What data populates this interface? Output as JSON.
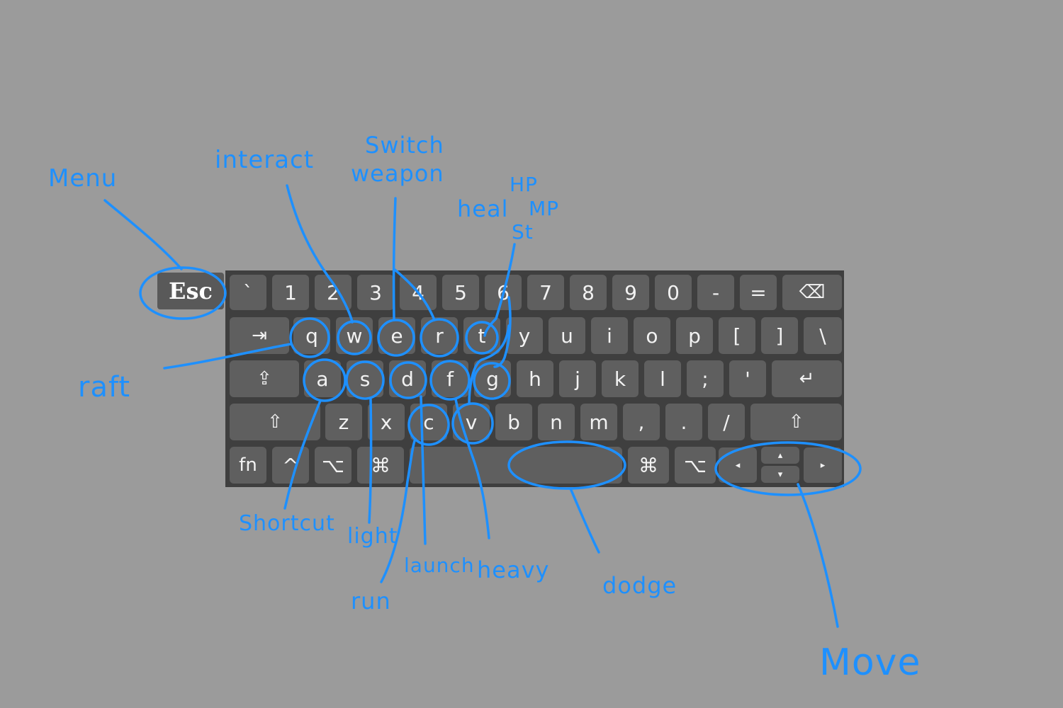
{
  "keyboard": {
    "esc": "Esc",
    "row1": [
      "`",
      "1",
      "2",
      "3",
      "4",
      "5",
      "6",
      "7",
      "8",
      "9",
      "0",
      "-",
      "=",
      "⌫"
    ],
    "row2": [
      "⇥",
      "q",
      "w",
      "e",
      "r",
      "t",
      "y",
      "u",
      "i",
      "o",
      "p",
      "[",
      "]",
      "\\"
    ],
    "row3": [
      "⇪",
      "a",
      "s",
      "d",
      "f",
      "g",
      "h",
      "j",
      "k",
      "l",
      ";",
      "'",
      "↵"
    ],
    "row4": [
      "⇧",
      "z",
      "x",
      "c",
      "v",
      "b",
      "n",
      "m",
      ",",
      ".",
      "/",
      "⇧"
    ],
    "row5": [
      "fn",
      "^",
      "⌥",
      "⌘",
      "",
      "⌘",
      "⌥",
      "◂",
      "▴",
      "▾",
      "▸"
    ]
  },
  "annotations": {
    "menu": "Menu",
    "interact": "interact",
    "switch": "Switch",
    "weapon": "weapon",
    "heal": "heal",
    "hp": "HP",
    "mp": "MP",
    "st": "St",
    "raft": "raft",
    "shortcut": "Shortcut",
    "light": "light",
    "launch": "launch",
    "heavy": "heavy",
    "run": "run",
    "dodge": "dodge",
    "move": "Move"
  },
  "colors": {
    "background": "#9b9b9b",
    "board": "#3f3f3f",
    "key": "#5f5f5f",
    "ink": "#1e90ff"
  }
}
